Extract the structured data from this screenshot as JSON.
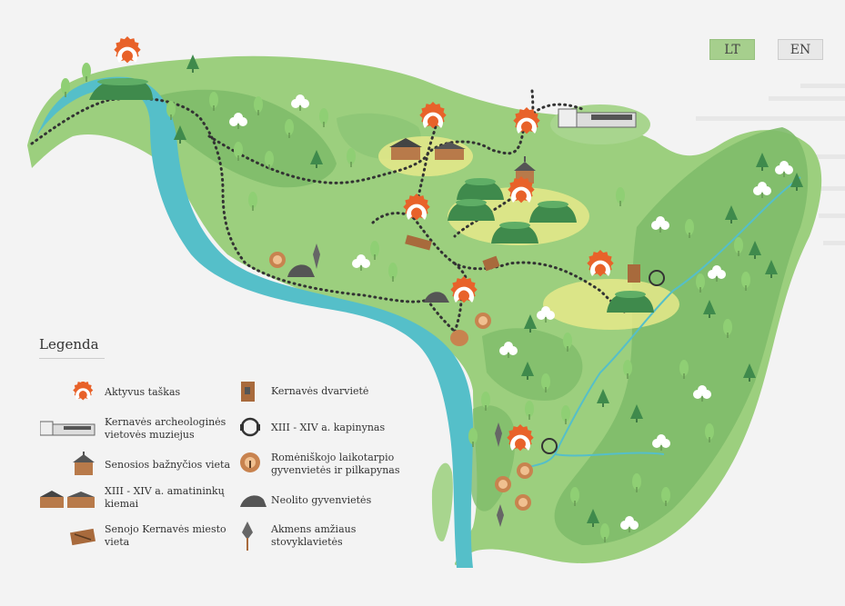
{
  "lang": {
    "lt": "LT",
    "en": "EN",
    "active": "LT"
  },
  "legend": {
    "title": "Legenda",
    "items": [
      {
        "label": "Aktyvus taškas",
        "icon": "active-point-icon"
      },
      {
        "label": "Kernavės archeologinės vietovės muziejus",
        "icon": "museum-icon"
      },
      {
        "label": "Senosios bažnyčios vieta",
        "icon": "old-church-icon"
      },
      {
        "label": "XIII - XIV a. amatininkų kiemai",
        "icon": "craftsmen-yards-icon"
      },
      {
        "label": "Senojo Kernavės miesto vieta",
        "icon": "old-town-icon"
      },
      {
        "label": "Kernavės dvarvietė",
        "icon": "manor-icon"
      },
      {
        "label": "XIII - XIV a. kapinynas",
        "icon": "cemetery-icon"
      },
      {
        "label": "Romėniškojo laikotarpio gyvenvietės ir pilkapynas",
        "icon": "roman-settlement-icon"
      },
      {
        "label": "Neolito gyvenvietės",
        "icon": "neolithic-settlement-icon"
      },
      {
        "label": "Akmens amžiaus stovyklavietės",
        "icon": "stone-age-camp-icon"
      }
    ]
  },
  "colors": {
    "land": "#9ccf7e",
    "forest": "#7fbb6a",
    "river": "#55bfc9",
    "marker": "#e8622a",
    "hillfort": "#3f8a4c",
    "highlight": "#e6e98a",
    "path": "#333333"
  }
}
